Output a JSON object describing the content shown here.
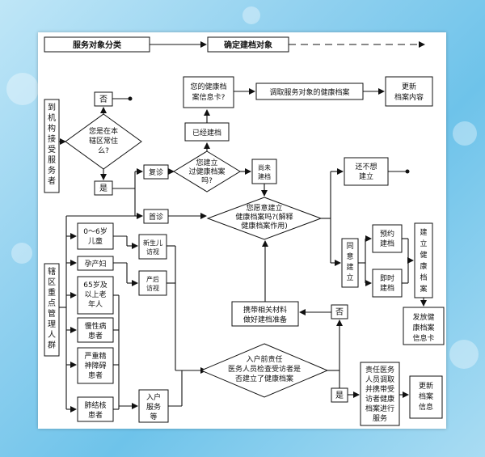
{
  "header": {
    "classify": "服务对象分类",
    "determine": "确定建档对象"
  },
  "nodes": {
    "arrive": [
      "到",
      "机",
      "构",
      "接",
      "受",
      "服",
      "务",
      "者"
    ],
    "no_top": "否",
    "resident_q": [
      "您是在本",
      "辖区常住",
      "么?"
    ],
    "yes_left": "是",
    "has_card_q": [
      "您的健康档",
      "案信息卡?"
    ],
    "fetch_record": "调取服务对象的健康档案",
    "update_content": [
      "更新",
      "档案内容"
    ],
    "already_built": "已经建档",
    "built_q": [
      "您建立",
      "过健康档案",
      "吗?"
    ],
    "not_built": [
      "尚未",
      "建档"
    ],
    "revisit": "复诊",
    "first_visit": "首诊",
    "willing_q": [
      "您愿意建立",
      "健康档案吗?(解释",
      "健康档案作用)"
    ],
    "not_want": [
      "还不想",
      "建立"
    ],
    "agree": [
      "同",
      "意",
      "建",
      "立"
    ],
    "appt_build": [
      "预约",
      "建档"
    ],
    "instant_build": [
      "即时",
      "建档"
    ],
    "establish_record": [
      "建",
      "立",
      "健",
      "康",
      "档",
      "案"
    ],
    "issue_card": [
      "发放健",
      "康档案",
      "信息卡"
    ],
    "bring_materials": [
      "携带相关材料",
      "做好建档准备"
    ],
    "no_right": "否",
    "key_population": [
      "辖",
      "区",
      "重",
      "点",
      "管",
      "理",
      "人",
      "群"
    ],
    "child": [
      "0～6岁",
      "儿童"
    ],
    "pregnant": "孕产妇",
    "elderly": [
      "65岁及",
      "以上老",
      "年人"
    ],
    "chronic": [
      "慢性病",
      "患者"
    ],
    "mental": [
      "严重精",
      "神障碍",
      "患者"
    ],
    "tb": [
      "肺结核",
      "患者"
    ],
    "newborn_visit": [
      "新生儿",
      "访视"
    ],
    "postpartum_visit": [
      "产后",
      "访视"
    ],
    "home_service": [
      "入户",
      "服务",
      "等"
    ],
    "home_check_q": [
      "入户前责任",
      "医务人员检查受访者是",
      "否建立了健康档案"
    ],
    "yes_right": "是",
    "responsible_fetch": [
      "责任医务",
      "人员调取",
      "并携带受",
      "访者健康",
      "档案进行",
      "服务"
    ],
    "update_record": [
      "更新",
      "档案",
      "信息"
    ]
  }
}
